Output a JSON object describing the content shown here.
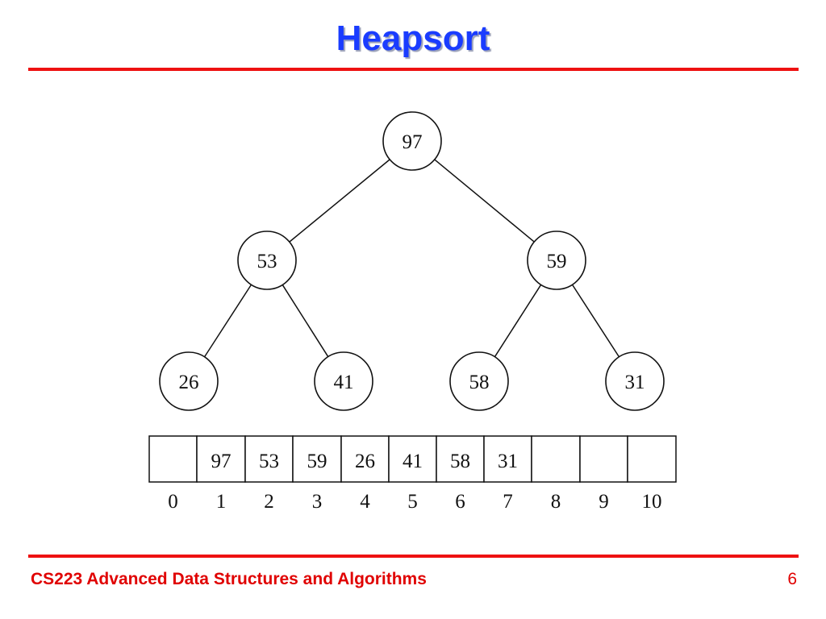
{
  "slide": {
    "title": "Heapsort",
    "footer": "CS223 Advanced Data Structures and Algorithms",
    "page_number": "6"
  },
  "colors": {
    "title": "#1a3cff",
    "accent_rule": "#ee1111",
    "footer_text": "#e00000"
  },
  "tree": {
    "nodes": [
      "97",
      "53",
      "59",
      "26",
      "41",
      "58",
      "31"
    ],
    "edges": [
      [
        0,
        1
      ],
      [
        0,
        2
      ],
      [
        1,
        3
      ],
      [
        1,
        4
      ],
      [
        2,
        5
      ],
      [
        2,
        6
      ]
    ]
  },
  "array": {
    "cells": [
      "",
      "97",
      "53",
      "59",
      "26",
      "41",
      "58",
      "31",
      "",
      "",
      ""
    ],
    "indices": [
      "0",
      "1",
      "2",
      "3",
      "4",
      "5",
      "6",
      "7",
      "8",
      "9",
      "10"
    ]
  }
}
